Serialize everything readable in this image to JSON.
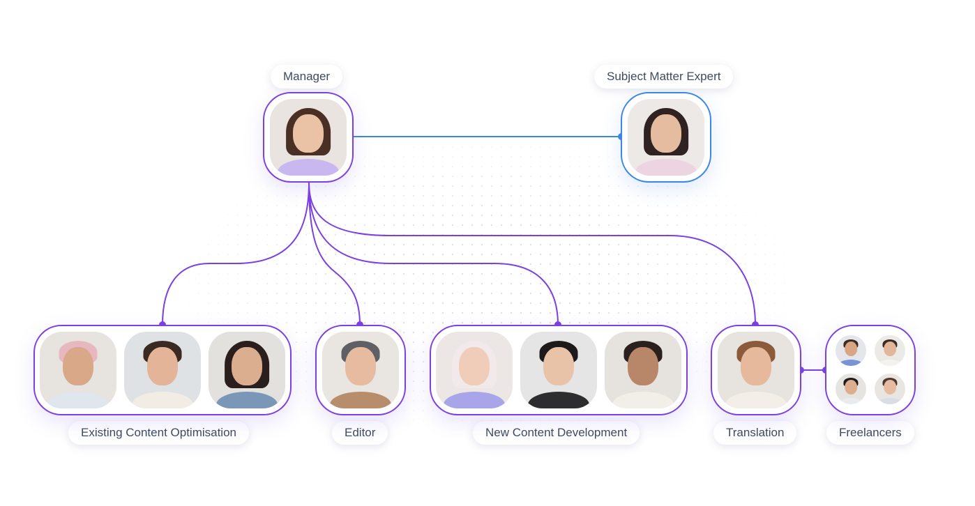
{
  "labels": {
    "manager": "Manager",
    "sme": "Subject Matter Expert",
    "existing": "Existing Content Optimisation",
    "editor": "Editor",
    "new_content": "New Content Development",
    "translation": "Translation",
    "freelancers": "Freelancers"
  },
  "colors": {
    "purple": "#7b3fe4",
    "blue": "#3b86ea",
    "label_text": "#3f4a5f"
  },
  "portraits": {
    "manager": {
      "bg": "#e9e4df",
      "skin": "#eac3a6",
      "hair": "#4a3024",
      "top": "#c9b7f0",
      "long": true
    },
    "sme": {
      "bg": "#ece9e6",
      "skin": "#e6bca0",
      "hair": "#2f2220",
      "top": "#ecd4e0",
      "long": true
    },
    "ec1": {
      "bg": "#e7e3de",
      "skin": "#d9a888",
      "hair": "#e8b8c0",
      "top": "#dfe6ee",
      "long": false
    },
    "ec2": {
      "bg": "#dfe2e4",
      "skin": "#e3b497",
      "hair": "#3a2a22",
      "top": "#f1ece4",
      "long": false
    },
    "ec3": {
      "bg": "#e3e1de",
      "skin": "#dcae90",
      "hair": "#2a1f1d",
      "top": "#7b97b8",
      "long": true
    },
    "editor": {
      "bg": "#e9e5e0",
      "skin": "#e6bba0",
      "hair": "#5e6065",
      "top": "#b88d6c",
      "long": false
    },
    "nc1": {
      "bg": "#ece6e4",
      "skin": "#f0cdb9",
      "hair": "#f1e9ea",
      "top": "#a8a6e8",
      "long": true
    },
    "nc2": {
      "bg": "#e5e5e5",
      "skin": "#e9c3a8",
      "hair": "#1f1a1a",
      "top": "#2d2d30",
      "long": false
    },
    "nc3": {
      "bg": "#e6e2dd",
      "skin": "#b8876a",
      "hair": "#2a211e",
      "top": "#f2efe9",
      "long": false
    },
    "translation": {
      "bg": "#e7e3de",
      "skin": "#e7b99c",
      "hair": "#8a5a3a",
      "top": "#f3efe8",
      "long": false
    },
    "fl1": {
      "bg": "#e4e6ea",
      "skin": "#d8a585",
      "hair": "#3b2b24",
      "top": "#7a93d6",
      "long": false
    },
    "fl2": {
      "bg": "#eceae7",
      "skin": "#e2b69a",
      "hair": "#3a2c25",
      "top": "#f4f2ee",
      "long": false
    },
    "fl3": {
      "bg": "#e6e4e1",
      "skin": "#dcae8f",
      "hair": "#1f1b1b",
      "top": "#e9ecef",
      "long": false
    },
    "fl4": {
      "bg": "#e9e6e2",
      "skin": "#e6bca1",
      "hair": "#4a3a30",
      "top": "#d8dde6",
      "long": true
    }
  }
}
